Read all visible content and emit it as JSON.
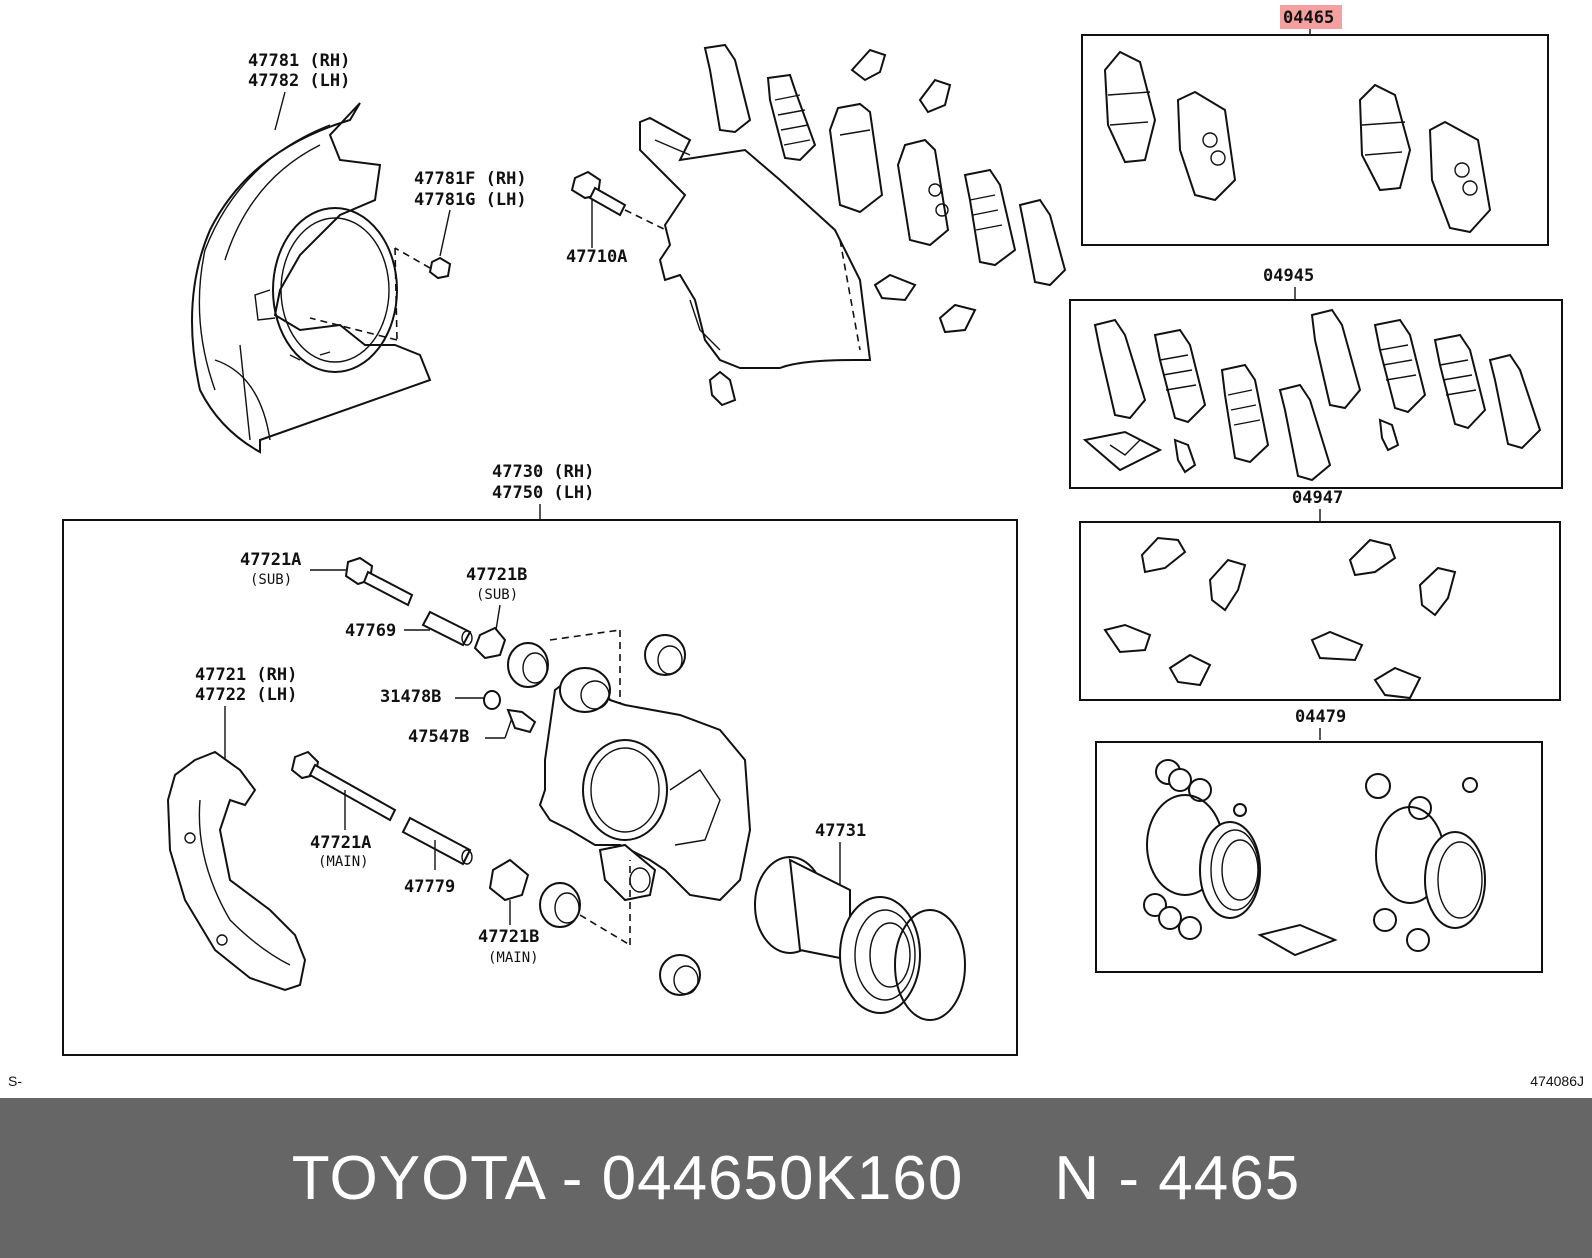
{
  "labels": {
    "shield": [
      "47781 (RH)",
      "47782 (LH)"
    ],
    "shield_bolt": [
      "47781F (RH)",
      "47781G (LH)"
    ],
    "bolt_47710a": "47710A",
    "kit_04465": "04465",
    "kit_04945": "04945",
    "kit_04947": "04947",
    "kit_04479": "04479",
    "caliper": [
      "47730 (RH)",
      "47750 (LH)"
    ],
    "pin_sub": "47721A",
    "pin_sub_note": "(SUB)",
    "boot_sub": "47721B",
    "boot_sub_note": "(SUB)",
    "bush_47769": "47769",
    "plug_31478b": "31478B",
    "bleeder_47547b": "47547B",
    "mounting": [
      "47721 (RH)",
      "47722 (LH)"
    ],
    "pin_main": "47721A",
    "pin_main_note": "(MAIN)",
    "bush_47779": "47779",
    "boot_main": "47721B",
    "boot_main_note": "(MAIN)",
    "piston_47731": "47731"
  },
  "corner_left": "S-",
  "corner_right": "474086J",
  "footer": "TOYOTA - 044650K160     N - 4465",
  "colors": {
    "highlight": "#f4a0a0",
    "footer_bg": "#666666",
    "footer_text": "#ffffff"
  }
}
